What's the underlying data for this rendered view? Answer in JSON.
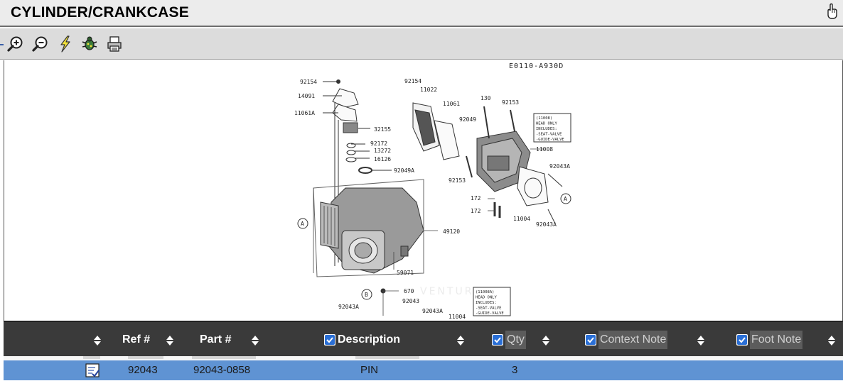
{
  "window": {
    "title": "CYLINDER/CRANKCASE"
  },
  "toolbar": {
    "buttons": [
      {
        "name": "zoom-in-icon"
      },
      {
        "name": "zoom-out-icon"
      },
      {
        "name": "lightning-icon"
      },
      {
        "name": "settings-bug-icon"
      },
      {
        "name": "print-icon"
      }
    ]
  },
  "diagram": {
    "code": "E0110-A930D",
    "callouts": [
      "92154",
      "14091",
      "11061A",
      "32155",
      "92172",
      "13272",
      "16126",
      "92049A",
      "92154",
      "11022",
      "11061",
      "130",
      "92153",
      "92049",
      "11008",
      "92043A",
      "92153",
      "172",
      "172",
      "11004",
      "92043A",
      "49120",
      "59071",
      "670",
      "92043",
      "92043A",
      "92043A",
      "11004",
      "A",
      "A",
      "B"
    ],
    "notes": [
      [
        "(11008)",
        "HEAD ONLY",
        "INCLUDES:",
        "-SEAT-VALVE",
        "-GUIDE-VALVE"
      ],
      [
        "(11008A)",
        "HEAD ONLY",
        "INCLUDES:",
        "-SEAT-VALVE",
        "-GUIDE-VALVE"
      ]
    ],
    "watermark": "VENTURE"
  },
  "grid": {
    "columns": {
      "ref": "Ref #",
      "part": "Part #",
      "description": "Description",
      "qty": "Qty",
      "context_note": "Context Note",
      "foot_note": "Foot Note"
    },
    "rows": [
      {
        "ref": "92043",
        "part": "92043-0858",
        "description": "PIN",
        "qty": "3",
        "context_note": "",
        "foot_note": ""
      }
    ]
  },
  "colors": {
    "header_bg": "#3a3a3a",
    "selected_row": "#5f93d3",
    "title_bg": "#ececec",
    "toolbar_bg": "#dcdcdc"
  }
}
